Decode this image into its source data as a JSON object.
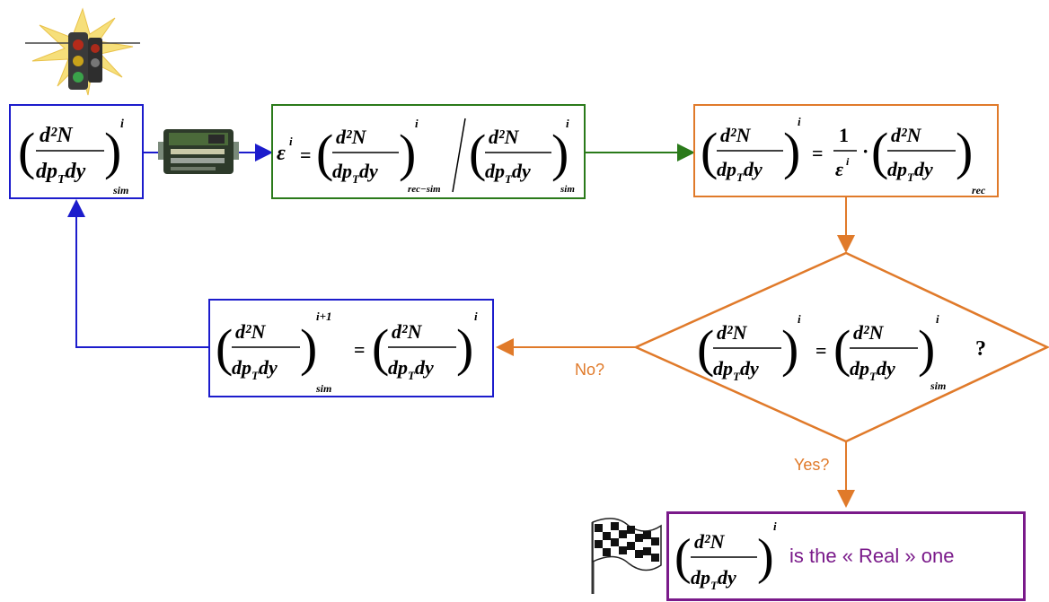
{
  "diagram": {
    "colors": {
      "blue": "#1c1ccc",
      "green": "#2a7a1a",
      "orange": "#e07a2a",
      "purple": "#7a1a8a"
    },
    "formulas": {
      "sim_spectrum": {
        "num": "d²N",
        "den": "dp_T dy",
        "sup": "i",
        "sub": "sim"
      },
      "efficiency": {
        "lhs": "ε",
        "lhs_sup": "i",
        "eq": "=",
        "num": "d²N",
        "den": "dp_T dy",
        "sup1": "i",
        "sub1": "rec−sim",
        "sup2": "i",
        "sub2": "sim"
      },
      "corrected": {
        "num": "d²N",
        "den": "dp_T dy",
        "sup": "i",
        "eq": "=",
        "frac_num": "1",
        "frac_den": "ε",
        "frac_den_sup": "i",
        "dot": "·",
        "sub": "rec"
      },
      "iteration": {
        "num": "d²N",
        "den": "dp_T dy",
        "sup_lhs": "i+1",
        "sub_lhs": "sim",
        "eq": "=",
        "sup_rhs": "i"
      },
      "decision": {
        "num": "d²N",
        "den": "dp_T dy",
        "sup_lhs": "i",
        "eq": "=",
        "sup_rhs": "i",
        "sub_rhs": "sim",
        "q": "?"
      },
      "result": {
        "num": "d²N",
        "den": "dp_T dy",
        "sup": "i"
      }
    },
    "labels": {
      "no": "No?",
      "yes": "Yes?",
      "real": "is the « Real » one"
    },
    "icons": [
      "traffic-light-icon",
      "detector-chip-icon",
      "checkered-flag-icon"
    ]
  }
}
